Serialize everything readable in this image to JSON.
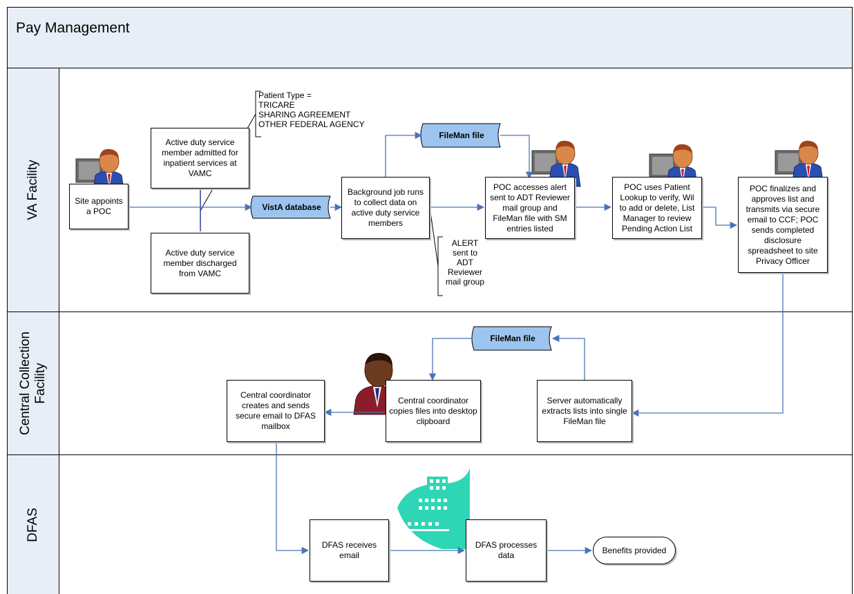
{
  "title": "Pay Management",
  "lanes": {
    "va": "VA Facility",
    "ccf_line1": "Central Collection",
    "ccf_line2": "Facility",
    "dfas": "DFAS"
  },
  "va": {
    "site_poc": "Site appoints a POC",
    "admitted": "Active duty service member admitted for inpatient services at VAMC",
    "discharged": "Active duty service member discharged from VAMC",
    "patient_type": [
      "Patient Type =",
      "TRICARE",
      "SHARING AGREEMENT",
      "OTHER FEDERAL AGENCY"
    ],
    "vista_db": "VistA database",
    "background_job": "Background job runs to collect data on active duty service members",
    "alert_note": [
      "ALERT",
      "sent to",
      "ADT",
      "Reviewer",
      "mail group"
    ],
    "fileman_top": "FileMan file",
    "poc_access": "POC accesses alert sent to ADT Reviewer mail group and FileMan file with SM entries listed",
    "poc_lookup": "POC uses Patient Lookup to verify, Wil to add or delete, List Manager to review Pending Action List",
    "poc_finalize": "POC finalizes and approves list and transmits via secure email to CCF; POC sends completed disclosure spreadsheet to site Privacy Officer"
  },
  "ccf": {
    "fileman": "FileMan file",
    "server": "Server automatically extracts lists into single FileMan file",
    "copies": "Central coordinator copies files into desktop clipboard",
    "creates": "Central coordinator creates and sends secure email to DFAS mailbox"
  },
  "dfas": {
    "receives": "DFAS receives email",
    "processes": "DFAS processes data",
    "benefits": "Benefits provided"
  },
  "colors": {
    "lane_header": "#e8eef7",
    "db_fill": "#9cc4ef",
    "connector": "#4a74b8",
    "building": "#2ed6b5"
  }
}
